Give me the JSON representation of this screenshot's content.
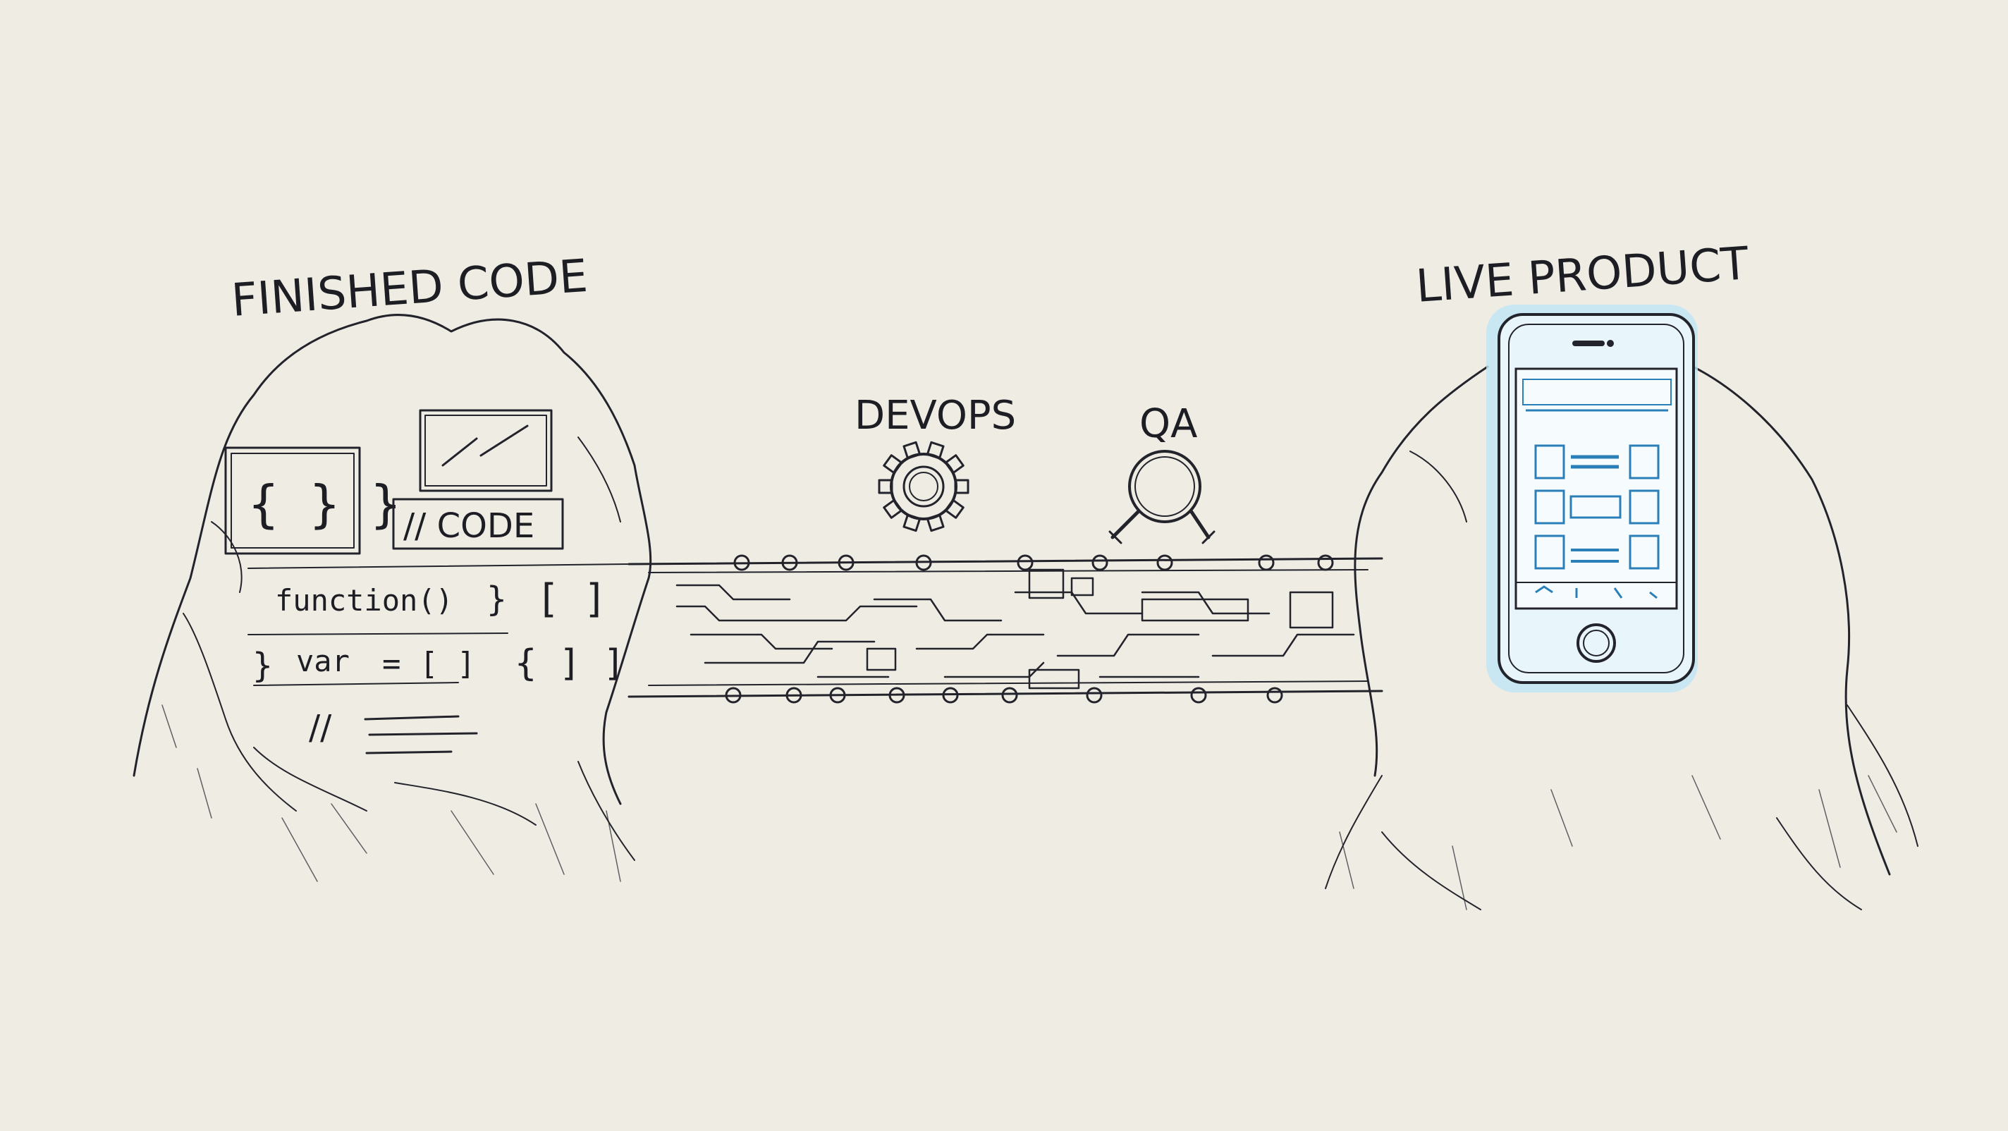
{
  "labels": {
    "finished_code": "FINISHED CODE",
    "live_product": "LIVE PRODUCT",
    "devops": "DEVOPS",
    "qa": "QA"
  },
  "code_sketch": {
    "braces": "{ } }",
    "comment": "// CODE",
    "function_line": "function()",
    "close_brace_1": "}",
    "brackets_1": "[ ]",
    "open_brace": "}",
    "var_line": "var",
    "assign": "= [ ]",
    "brackets_2": "{ ] ]",
    "slashes": "//"
  },
  "icons": {
    "devops": "gear-icon",
    "qa": "magnifier-icon",
    "code_window": "window-icon",
    "bridge": "circuit-board-icon",
    "phone": "smartphone-icon"
  },
  "colors": {
    "paper": "#efece4",
    "ink": "#23232b",
    "phone_glow": "#3fb3df",
    "app_blue": "#2a7fb8"
  }
}
